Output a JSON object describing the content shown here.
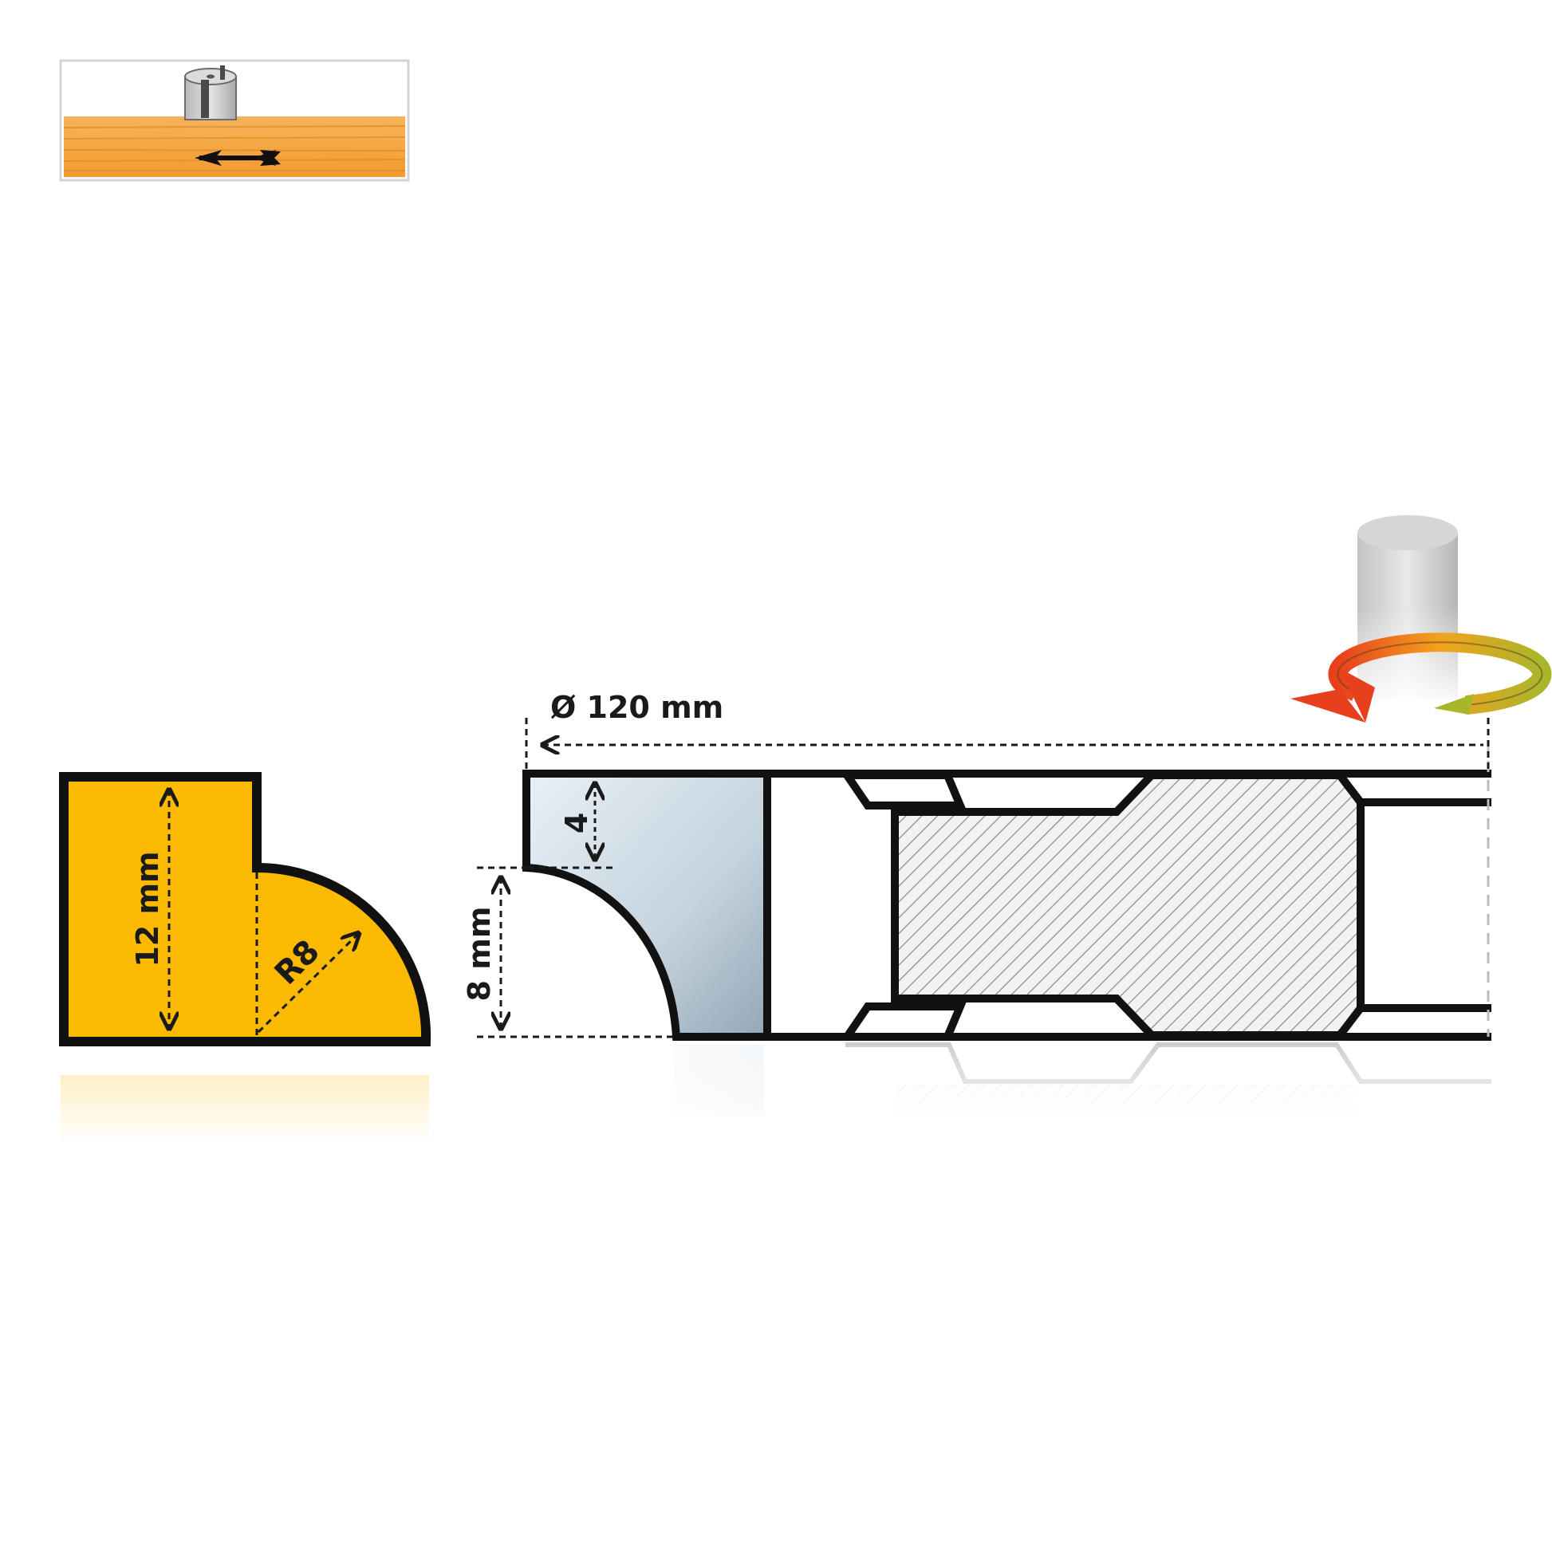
{
  "inset": {
    "icon": "router-cutter-on-board-icon",
    "feed_direction": "left"
  },
  "profile": {
    "height_label": "12 mm",
    "radius_label": "R8",
    "fill_color": "#FBBA00"
  },
  "cutter": {
    "diameter_label": "Ø 120 mm",
    "depth_label": "8 mm",
    "step_label": "4",
    "blade_color": "#CBD8E2"
  },
  "rotation": {
    "icon": "clockwise-rotation-arrow-icon",
    "colors": [
      "#E8401C",
      "#F3A21E",
      "#A8B62C"
    ]
  }
}
